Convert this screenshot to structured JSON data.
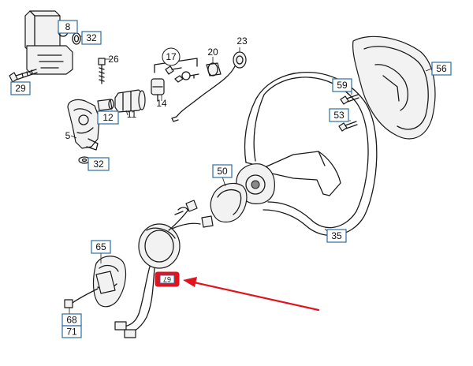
{
  "callouts": {
    "c8": "8",
    "c32a": "32",
    "c26": "26",
    "c29": "29",
    "c17": "17",
    "c20": "20",
    "c23": "23",
    "c14": "14",
    "c12": "12",
    "c11": "11",
    "c5": "5",
    "c32b": "32",
    "c59": "59",
    "c53": "53",
    "c56": "56",
    "c50": "50",
    "c35": "35",
    "c65": "65",
    "c67": "67",
    "c68": "68",
    "c71": "71"
  },
  "colors": {
    "callout_box_border": "#2e6da4",
    "highlight": "#e0141e",
    "line_art": "#1a1a1a"
  },
  "icons": {
    "pointer_arrow": "red-arrow-icon"
  }
}
